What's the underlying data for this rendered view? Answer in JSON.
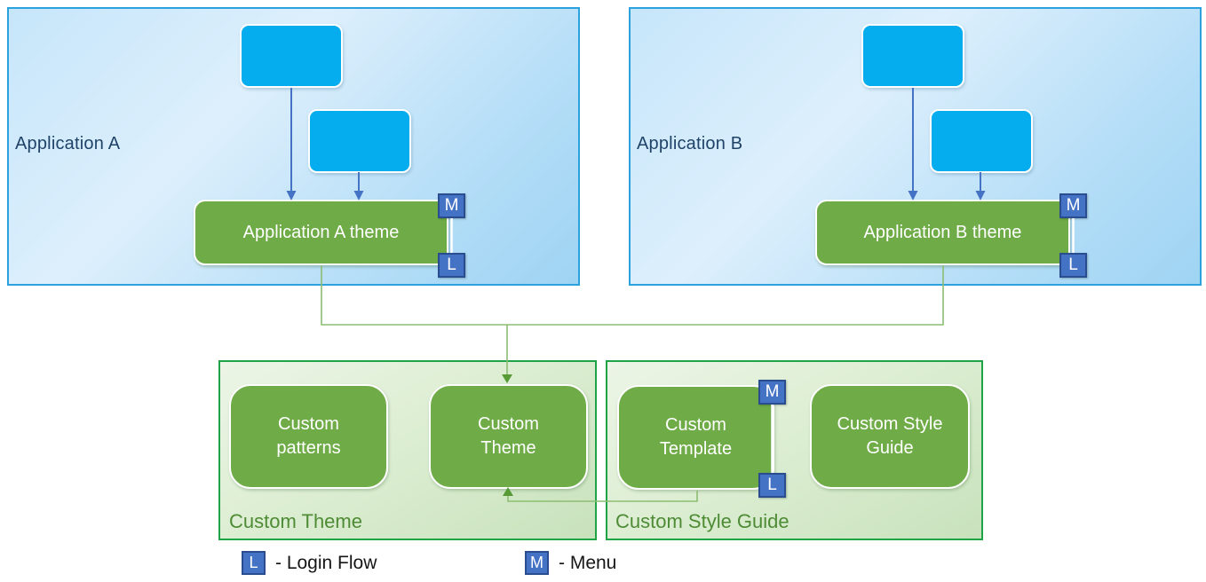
{
  "panels": [
    {
      "label": "Application A",
      "theme": "Application A theme",
      "badge_top": "M",
      "badge_bottom": "L"
    },
    {
      "label": "Application B",
      "theme": "Application B theme",
      "badge_top": "M",
      "badge_bottom": "L"
    }
  ],
  "groups": [
    {
      "label": "Custom Theme",
      "nodes": [
        "Custom patterns",
        "Custom Theme"
      ]
    },
    {
      "label": "Custom Style Guide",
      "nodes": [
        "Custom Template",
        "Custom Style Guide"
      ],
      "badge_top": "M",
      "badge_bottom": "L"
    }
  ],
  "legend": [
    {
      "badge": "L",
      "label": "- Login Flow"
    },
    {
      "badge": "M",
      "label": "- Menu"
    }
  ],
  "colors": {
    "app_box_fill": "#05ADEE",
    "panel_border": "#2BA2DE",
    "panel_label": "#1F4268",
    "theme_node_fill": "#6FAC47",
    "group_border": "#1EA446",
    "group_label": "#4E8B35",
    "badge_fill": "#4472C4",
    "badge_border": "#2A4D8F",
    "blue_arrow": "#4472C4",
    "green_connector": "#8CBD72",
    "green_arrowhead": "#569B36"
  }
}
